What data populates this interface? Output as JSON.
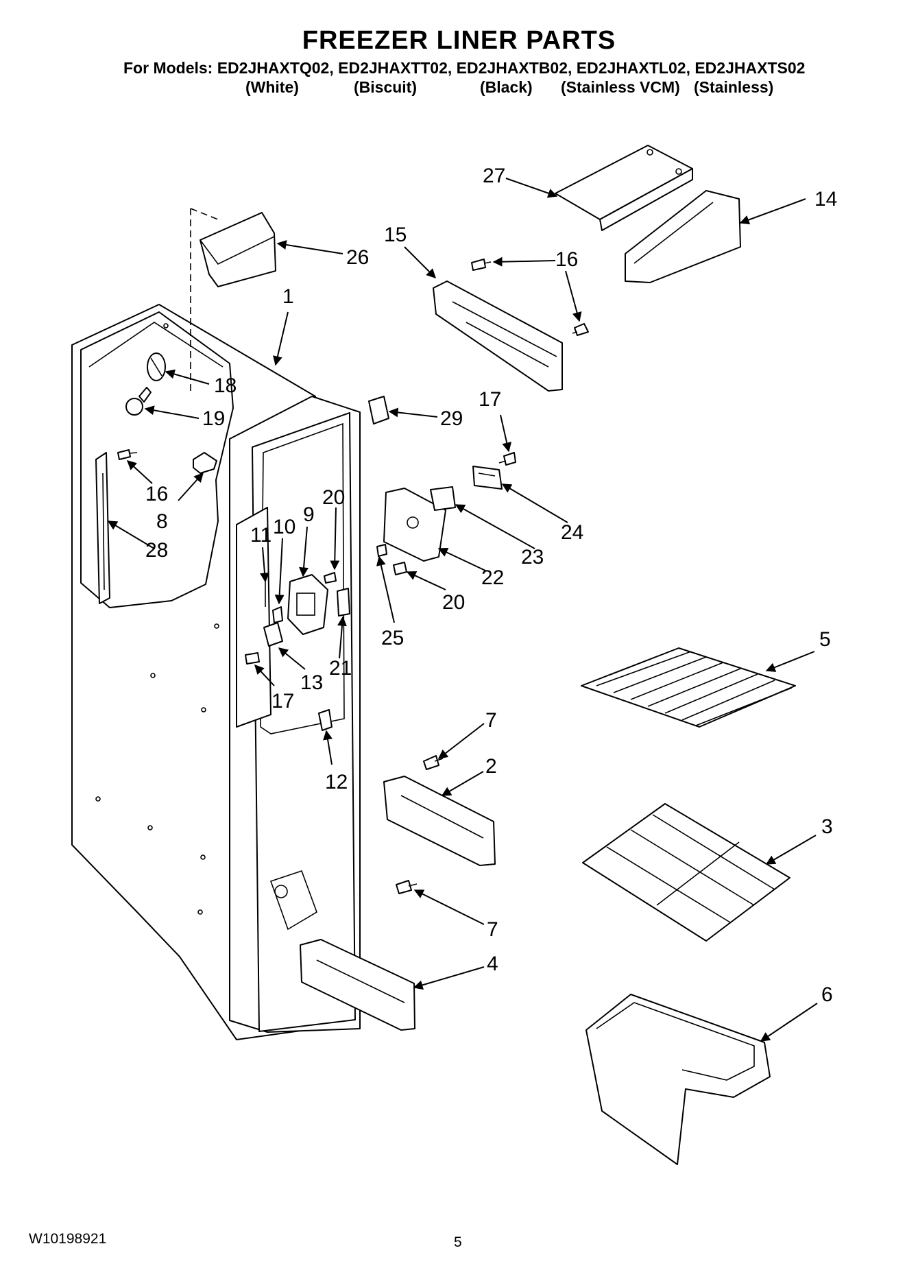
{
  "header": {
    "title": "FREEZER LINER PARTS",
    "models_line": "For Models: ED2JHAXTQ02, ED2JHAXTT02, ED2JHAXTB02, ED2JHAXTL02, ED2JHAXTS02",
    "colors": [
      "(White)",
      "(Biscuit)",
      "(Black)",
      "(Stainless VCM)",
      "(Stainless)"
    ]
  },
  "footer": {
    "document_number": "W10198921",
    "page_number": "5"
  },
  "callouts": [
    "27",
    "14",
    "26",
    "15",
    "16",
    "1",
    "18",
    "19",
    "29",
    "17",
    "16",
    "8",
    "28",
    "20",
    "9",
    "10",
    "11",
    "24",
    "23",
    "22",
    "20",
    "25",
    "21",
    "13",
    "17",
    "5",
    "7",
    "2",
    "12",
    "3",
    "7",
    "4",
    "6"
  ]
}
